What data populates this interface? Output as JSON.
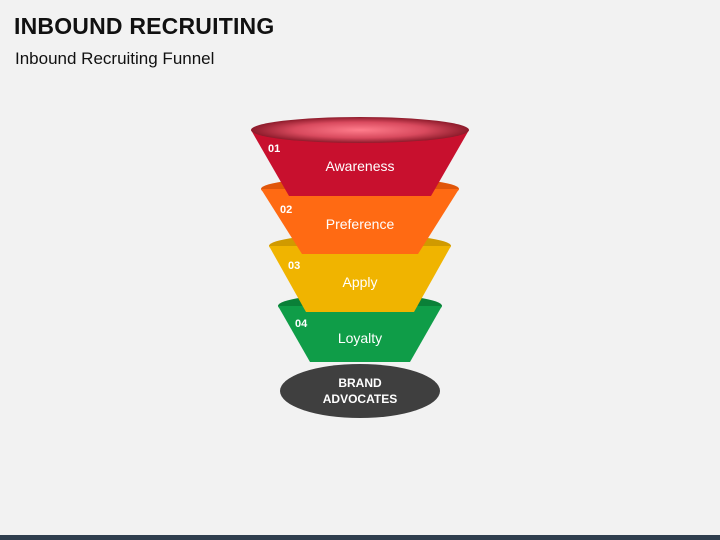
{
  "title": "INBOUND RECRUITING",
  "subtitle": "Inbound Recruiting Funnel",
  "stages": [
    {
      "number": "01",
      "label": "Awareness",
      "color": "#c8102e",
      "rim": "#e0485c"
    },
    {
      "number": "02",
      "label": "Preference",
      "color": "#ff6a13",
      "rim": "#e0560a"
    },
    {
      "number": "03",
      "label": "Apply",
      "color": "#f0b400",
      "rim": "#d09a00"
    },
    {
      "number": "04",
      "label": "Loyalty",
      "color": "#0f9d48",
      "rim": "#0a8038"
    }
  ],
  "outcome": {
    "line1": "BRAND",
    "line2": "ADVOCATES",
    "color": "#3f3f3f"
  }
}
